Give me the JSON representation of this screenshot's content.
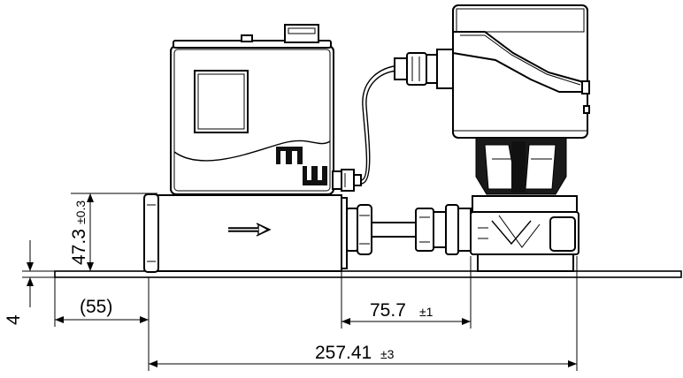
{
  "dimensions": {
    "height": {
      "value": "47.3",
      "tolerance": "±0.3"
    },
    "plate_thickness": {
      "value": "4"
    },
    "left_offset": {
      "value": "(55)"
    },
    "connector_distance": {
      "value": "75.7",
      "tolerance": "±1"
    },
    "total_length": {
      "value": "257.41",
      "tolerance": "±3"
    }
  },
  "flow_direction_icon": "arrow-right-icon",
  "logo_icon": "mw-logo-icon"
}
